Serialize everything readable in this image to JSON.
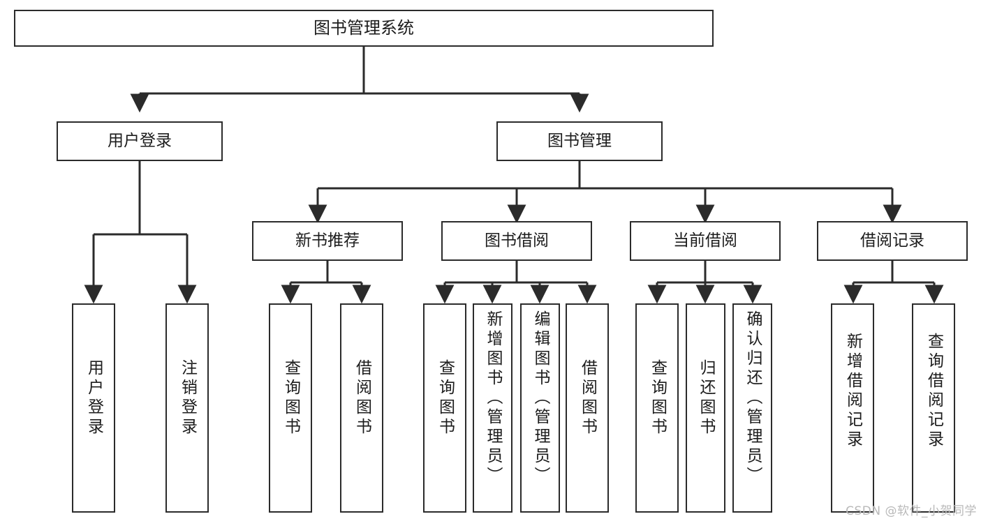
{
  "diagram": {
    "title": "图书管理系统",
    "type": "tree",
    "root": {
      "label": "图书管理系统"
    },
    "level2": [
      {
        "label": "用户登录"
      },
      {
        "label": "图书管理"
      }
    ],
    "level3": [
      {
        "label": "新书推荐"
      },
      {
        "label": "图书借阅"
      },
      {
        "label": "当前借阅"
      },
      {
        "label": "借阅记录"
      }
    ],
    "leaves": {
      "user_login": [
        {
          "label": "用户登录"
        },
        {
          "label": "注销登录"
        }
      ],
      "new_book_recommend": [
        {
          "label": "查询图书"
        },
        {
          "label": "借阅图书"
        }
      ],
      "book_borrow": [
        {
          "label": "查询图书"
        },
        {
          "label": "新增图书（管理员）"
        },
        {
          "label": "编辑图书（管理员）"
        },
        {
          "label": "借阅图书"
        }
      ],
      "current_borrow": [
        {
          "label": "查询图书"
        },
        {
          "label": "归还图书"
        },
        {
          "label": "确认归还（管理员）"
        }
      ],
      "borrow_record": [
        {
          "label": "新增借阅记录"
        },
        {
          "label": "查询借阅记录"
        }
      ]
    }
  },
  "watermark": {
    "text": "CSDN @软件_小贺同学"
  },
  "colors": {
    "stroke": "#2b2b2b",
    "background": "#ffffff",
    "text": "#1c1c1c",
    "watermark": "#b9b9b9"
  }
}
